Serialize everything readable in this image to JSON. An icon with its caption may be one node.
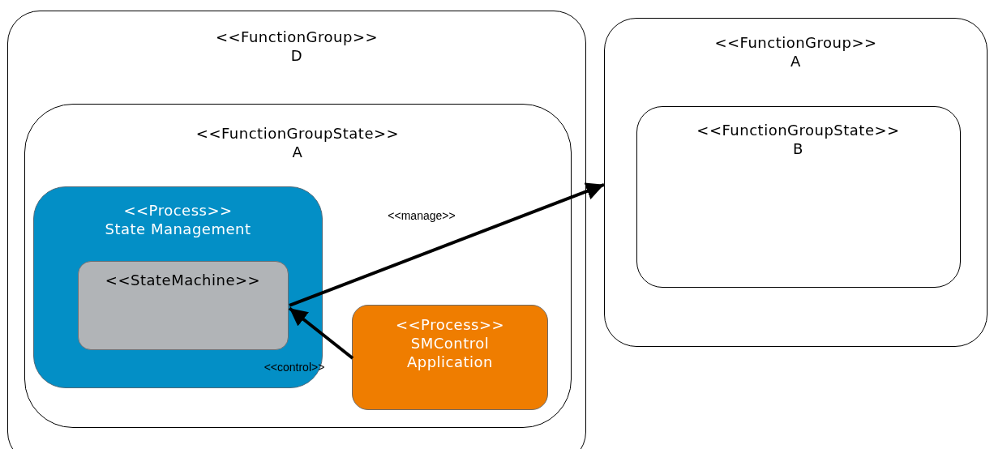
{
  "diagram": {
    "nodes": [
      {
        "text": [
          "<<FunctionGroup>>",
          "D"
        ]
      },
      {
        "text": [
          "<<FunctionGroupState>>",
          "A"
        ],
        "in": 0
      },
      {
        "text": [
          "<<Process>>",
          "State Management"
        ],
        "in": 1
      },
      {
        "text": [
          "<<StateMachine>>"
        ],
        "in": 2
      },
      {
        "text": [
          "<<Process>>",
          "SMControl Application"
        ],
        "in": 1
      },
      {
        "text": [
          "<<FunctionGroup>>",
          "A"
        ]
      },
      {
        "text": [
          "<<FunctionGroupState>>",
          "B"
        ],
        "in": 5
      }
    ],
    "edges": [
      {
        "from": 3,
        "to": 5,
        "arrow": "to",
        "label": "<<manage>>"
      },
      {
        "from": 4,
        "to": 3,
        "arrow": "to",
        "label": "<<control>>"
      }
    ]
  }
}
